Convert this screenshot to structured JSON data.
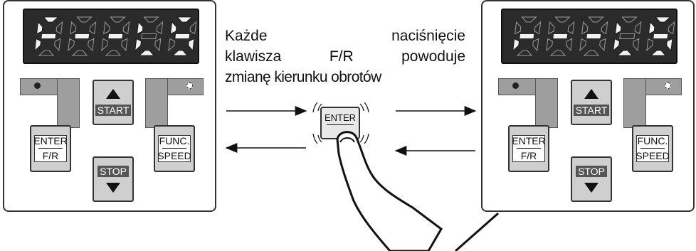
{
  "caption": {
    "line1_words": [
      "Każde",
      "naciśnięcie"
    ],
    "line2_words": [
      "klawisza",
      "F/R",
      "powoduje"
    ],
    "line3": "zmianę kierunku obrotów"
  },
  "panel_left": {
    "display_text": "F--LS",
    "buttons": {
      "up_label": "START",
      "down_label": "STOP",
      "enter_top": "ENTER",
      "enter_bottom": "F/R",
      "func_top": "FUNC.",
      "func_bottom": "SPEED"
    }
  },
  "panel_right": {
    "display_text": "r--LS",
    "buttons": {
      "up_label": "START",
      "down_label": "STOP",
      "enter_top": "ENTER",
      "enter_bottom": "F/R",
      "func_top": "FUNC.",
      "func_bottom": "SPEED"
    }
  },
  "center_key_label": "ENTER",
  "colors": {
    "display_bg": "#2b2b2b",
    "segment_on": "#f2f2f2",
    "segment_off": "#4a4a4a",
    "led_box": "#9e9e9e",
    "button_face": "#cfcfcf"
  },
  "icons": [
    "led-on-icon",
    "led-off-icon",
    "triangle-up-icon",
    "triangle-down-icon",
    "arrow-right-icon",
    "arrow-left-icon",
    "finger-press-icon"
  ]
}
